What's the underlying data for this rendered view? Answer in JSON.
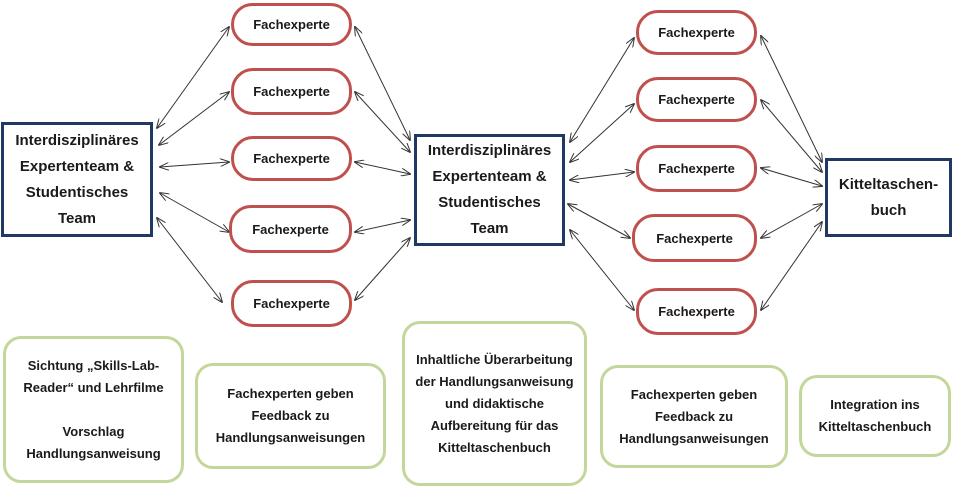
{
  "colors": {
    "team_border": "#1f3864",
    "expert_border": "#c0504d",
    "step_border": "#c3d69b",
    "arrow": "#333333"
  },
  "team_left": "Interdisziplinäres Expertenteam & Studentisches Team",
  "team_middle": "Interdisziplinäres Expertenteam & Studentisches Team",
  "book": "Kitteltaschen-\nbuch",
  "experts_left": [
    "Fachexperte",
    "Fachexperte",
    "Fachexperte",
    "Fachexperte",
    "Fachexperte"
  ],
  "experts_right": [
    "Fachexperte",
    "Fachexperte",
    "Fachexperte",
    "Fachexperte",
    "Fachexperte"
  ],
  "steps": [
    "Sichtung „Skills-Lab-Reader“ und Lehrfilme\n\nVorschlag Handlungsanweisung",
    "Fachexperten geben Feedback zu Handlungsanweisungen",
    "Inhaltliche Überarbeitung der Handlungsanweisung und didaktische Aufbereitung für das Kitteltaschenbuch",
    "Fachexperten geben Feedback zu Handlungsanweisungen",
    "Integration ins Kitteltaschenbuch"
  ]
}
